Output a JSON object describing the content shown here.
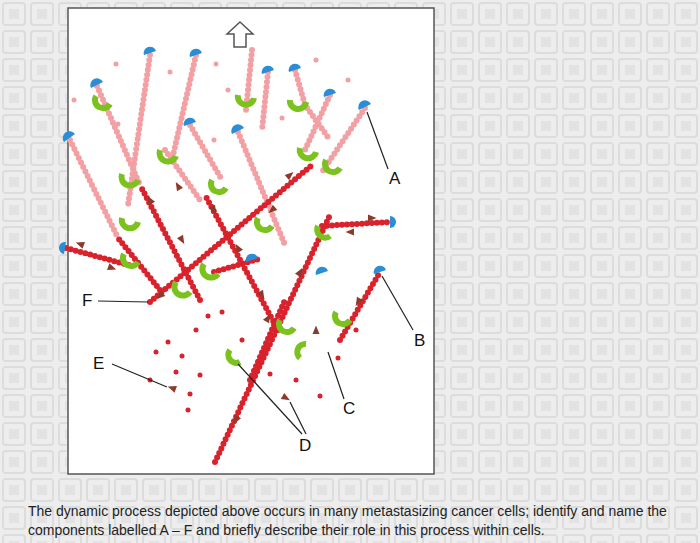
{
  "diagram": {
    "caption": "The dynamic process depicted above occurs in many metastasizing cancer cells; identify and name the components labelled A – F and briefly describe their role in this process within cells.",
    "labels": [
      "A",
      "B",
      "C",
      "D",
      "E",
      "F"
    ]
  }
}
